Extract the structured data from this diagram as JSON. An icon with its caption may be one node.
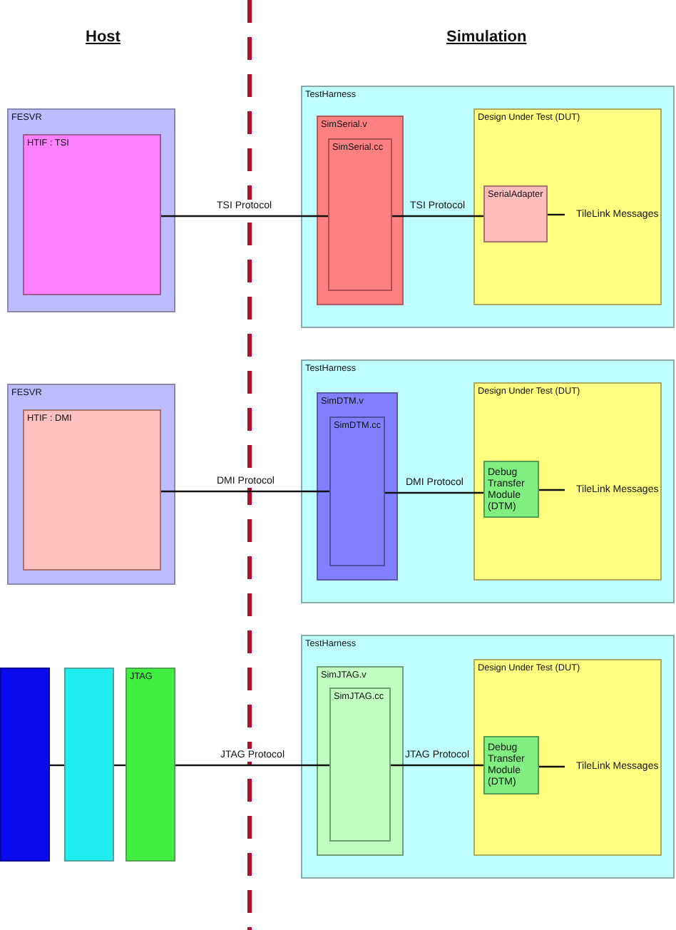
{
  "diagram": {
    "nodes": [
      {
        "text": [
          "FESVR"
        ]
      },
      {
        "text": [
          "HTIF : TSI"
        ],
        "in": 0
      },
      {
        "text": [
          "TestHarness"
        ]
      },
      {
        "text": [
          "SimSerial.v"
        ],
        "in": 2
      },
      {
        "text": [
          "SimSerial.cc"
        ],
        "in": 3
      },
      {
        "text": [
          "Design Under Test (DUT)"
        ],
        "in": 2
      },
      {
        "text": [
          "SerialAdapter"
        ],
        "in": 5
      },
      {
        "text": [
          "TileLink Messages"
        ],
        "in": 5
      },
      {
        "text": [
          "FESVR"
        ]
      },
      {
        "text": [
          "HTIF : DMI"
        ],
        "in": 8
      },
      {
        "text": [
          "TestHarness"
        ]
      },
      {
        "text": [
          "SimDTM.v"
        ],
        "in": 10
      },
      {
        "text": [
          "SimDTM.cc"
        ],
        "in": 11
      },
      {
        "text": [
          "Design Under Test (DUT)"
        ],
        "in": 10
      },
      {
        "text": [
          "Debug Transfer Module (DTM)"
        ],
        "in": 13
      },
      {
        "text": [
          "TileLink Messages"
        ],
        "in": 13
      },
      {
        "text": [],
        "shape": "box"
      },
      {
        "text": [],
        "shape": "box"
      },
      {
        "text": [
          "JTAG"
        ]
      },
      {
        "text": [
          "TestHarness"
        ]
      },
      {
        "text": [
          "SimJTAG.v"
        ],
        "in": 19
      },
      {
        "text": [
          "SimJTAG.cc"
        ],
        "in": 20
      },
      {
        "text": [
          "Design Under Test (DUT)"
        ],
        "in": 19
      },
      {
        "text": [
          "Debug Transfer Module (DTM)"
        ],
        "in": 22
      },
      {
        "text": [
          "TileLink Messages"
        ],
        "in": 22
      }
    ],
    "edges": [
      {
        "from": 1,
        "to": 4,
        "arrow": "none",
        "label": "TSI Protocol"
      },
      {
        "from": 4,
        "to": 6,
        "arrow": "none",
        "label": "TSI Protocol"
      },
      {
        "from": 6,
        "to": 7,
        "arrow": "none"
      },
      {
        "from": 9,
        "to": 12,
        "arrow": "none",
        "label": "DMI Protocol"
      },
      {
        "from": 12,
        "to": 14,
        "arrow": "none",
        "label": "DMI Protocol"
      },
      {
        "from": 14,
        "to": 15,
        "arrow": "none"
      },
      {
        "from": 16,
        "to": 17,
        "arrow": "none"
      },
      {
        "from": 17,
        "to": 18,
        "arrow": "none"
      },
      {
        "from": 18,
        "to": 21,
        "arrow": "none",
        "label": "JTAG Protocol"
      },
      {
        "from": 21,
        "to": 23,
        "arrow": "none",
        "label": "JTAG Protocol"
      },
      {
        "from": 23,
        "to": 24,
        "arrow": "none"
      }
    ],
    "labels": [
      "Host",
      "Simulation"
    ]
  }
}
